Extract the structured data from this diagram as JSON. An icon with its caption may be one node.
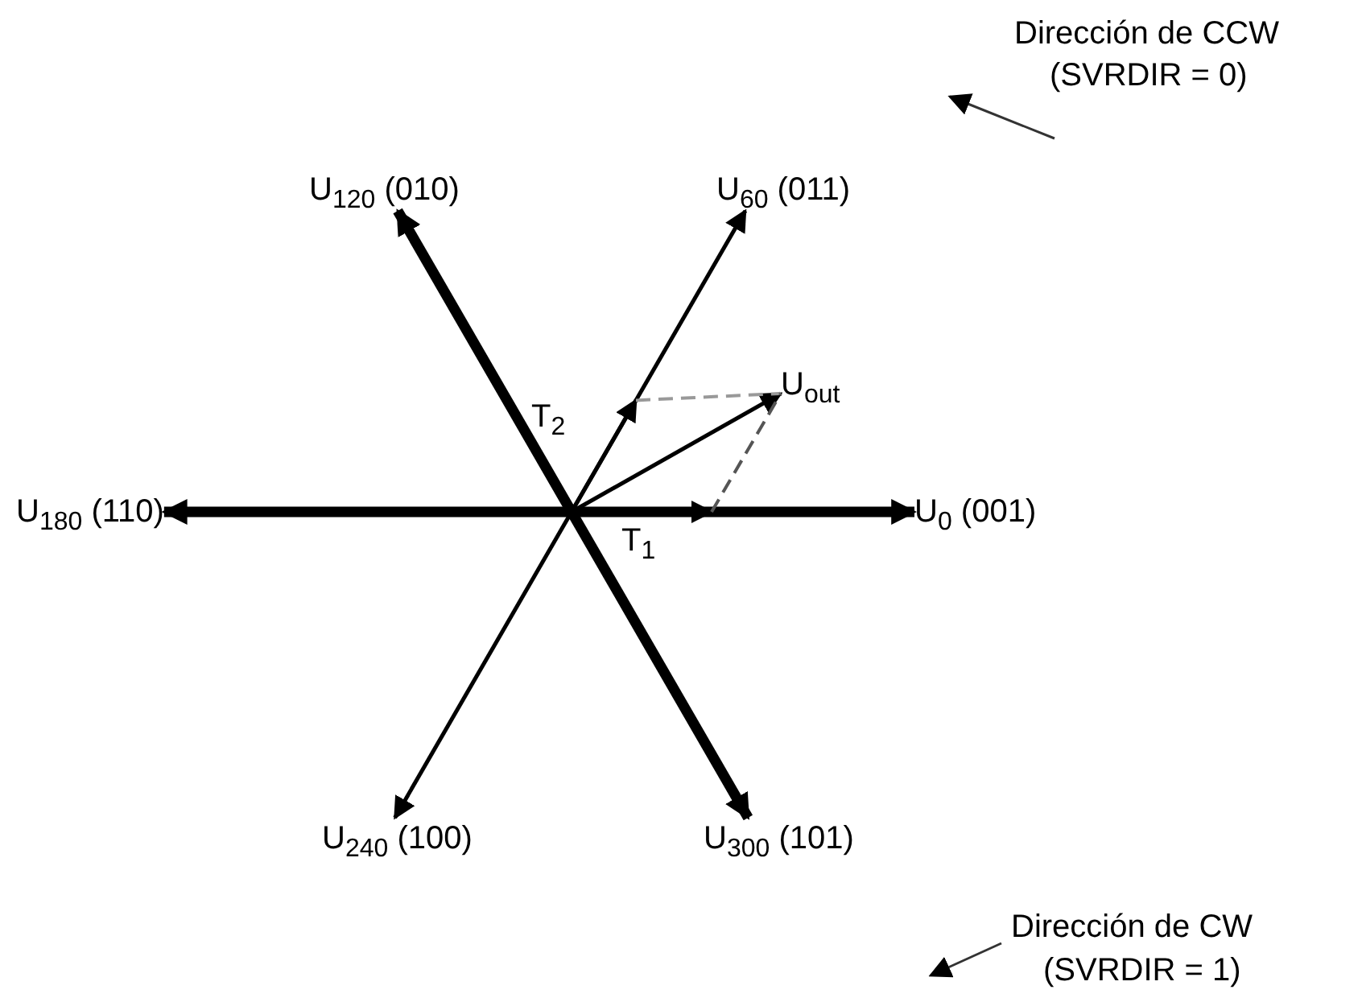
{
  "diagram": {
    "nodes": [
      {
        "text": [
          "U$_{0}$ (001)"
        ]
      },
      {
        "text": [
          "U$_{60}$ (011)"
        ]
      },
      {
        "text": [
          "U$_{120}$ (010)"
        ]
      },
      {
        "text": [
          "U$_{180}$ (110)"
        ]
      },
      {
        "text": [
          "U$_{240}$ (100)"
        ]
      },
      {
        "text": [
          "U$_{300}$ (101)"
        ]
      },
      {
        "text": [
          "U$_{out}$"
        ]
      },
      {
        "text": [
          "T$_{1}$"
        ]
      },
      {
        "text": [
          "T$_{2}$"
        ]
      }
    ],
    "edges": [
      {
        "from": null,
        "to": 0,
        "arrow": "to",
        "style": "thick"
      },
      {
        "from": null,
        "to": 1,
        "arrow": "to"
      },
      {
        "from": null,
        "to": 2,
        "arrow": "to",
        "style": "thick"
      },
      {
        "from": null,
        "to": 3,
        "arrow": "to",
        "style": "thick"
      },
      {
        "from": null,
        "to": 4,
        "arrow": "to"
      },
      {
        "from": null,
        "to": 5,
        "arrow": "to",
        "style": "thick"
      },
      {
        "from": null,
        "to": 6,
        "arrow": "to"
      },
      {
        "from": null,
        "to": 7,
        "arrow": "to"
      },
      {
        "from": null,
        "to": 8,
        "arrow": "to"
      }
    ],
    "labels": [
      "Dirección de CCW",
      "(SVRDIR = 0)",
      "Dirección de CW",
      "(SVRDIR = 1)"
    ]
  }
}
